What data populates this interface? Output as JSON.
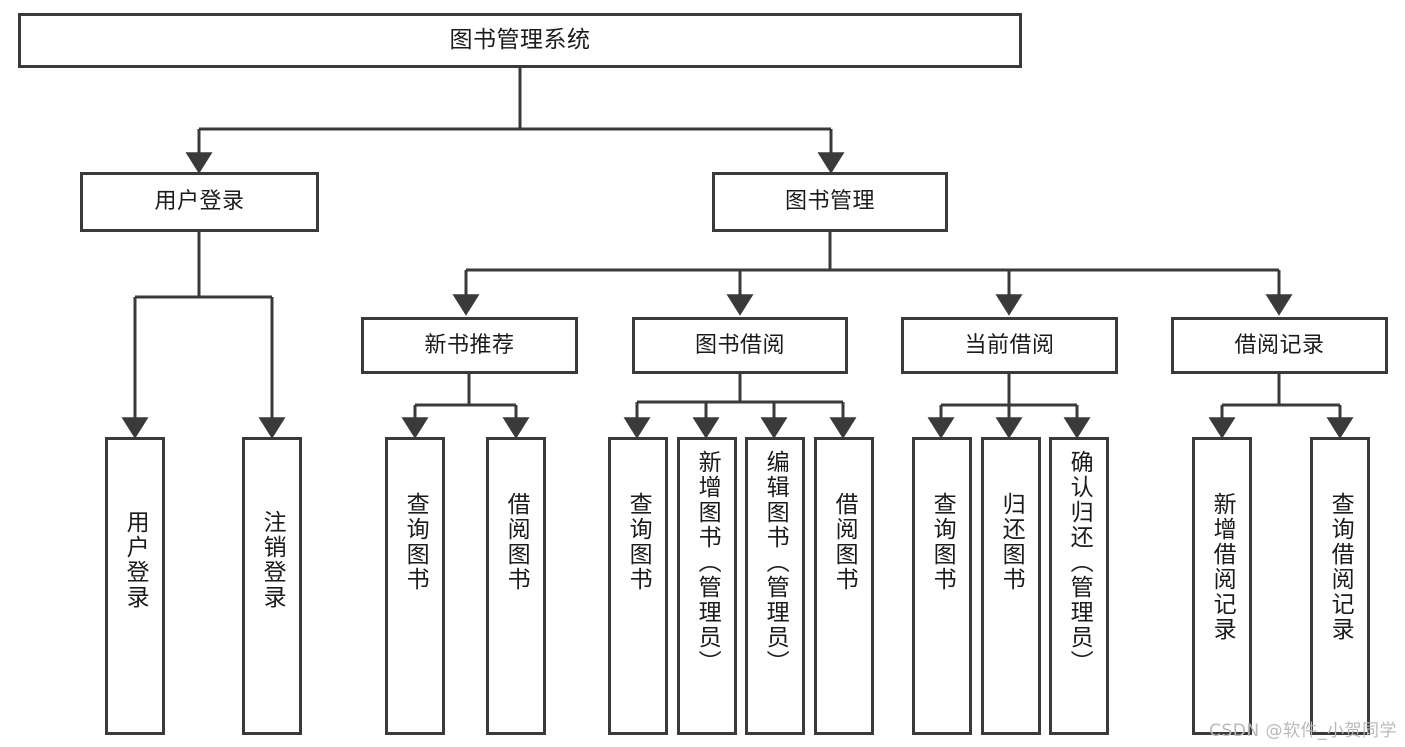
{
  "diagram": {
    "title": "图书管理系统",
    "type": "hierarchy-tree",
    "colors": {
      "line": "#3a3a3a",
      "box_fill": "#ffffff",
      "text": "#1b1b1b",
      "background": "#ffffff",
      "watermark": "#b9b9b9"
    },
    "root": {
      "label": "图书管理系统"
    },
    "level1": [
      {
        "label": "用户登录"
      },
      {
        "label": "图书管理"
      }
    ],
    "level2": [
      {
        "label": "新书推荐"
      },
      {
        "label": "图书借阅"
      },
      {
        "label": "当前借阅"
      },
      {
        "label": "借阅记录"
      }
    ],
    "leaves": {
      "user_login": [
        {
          "label": "用户登录"
        },
        {
          "label": "注销登录"
        }
      ],
      "new_book_recommend": [
        {
          "label": "查询图书"
        },
        {
          "label": "借阅图书"
        }
      ],
      "book_borrow": [
        {
          "label": "查询图书"
        },
        {
          "label": "新增图书（管理员）"
        },
        {
          "label": "编辑图书（管理员）"
        },
        {
          "label": "借阅图书"
        }
      ],
      "current_borrow": [
        {
          "label": "查询图书"
        },
        {
          "label": "归还图书"
        },
        {
          "label": "确认归还（管理员）"
        }
      ],
      "borrow_record": [
        {
          "label": "新增借阅记录"
        },
        {
          "label": "查询借阅记录"
        }
      ]
    }
  },
  "watermark": {
    "text": "CSDN @软件_小贺同学"
  }
}
